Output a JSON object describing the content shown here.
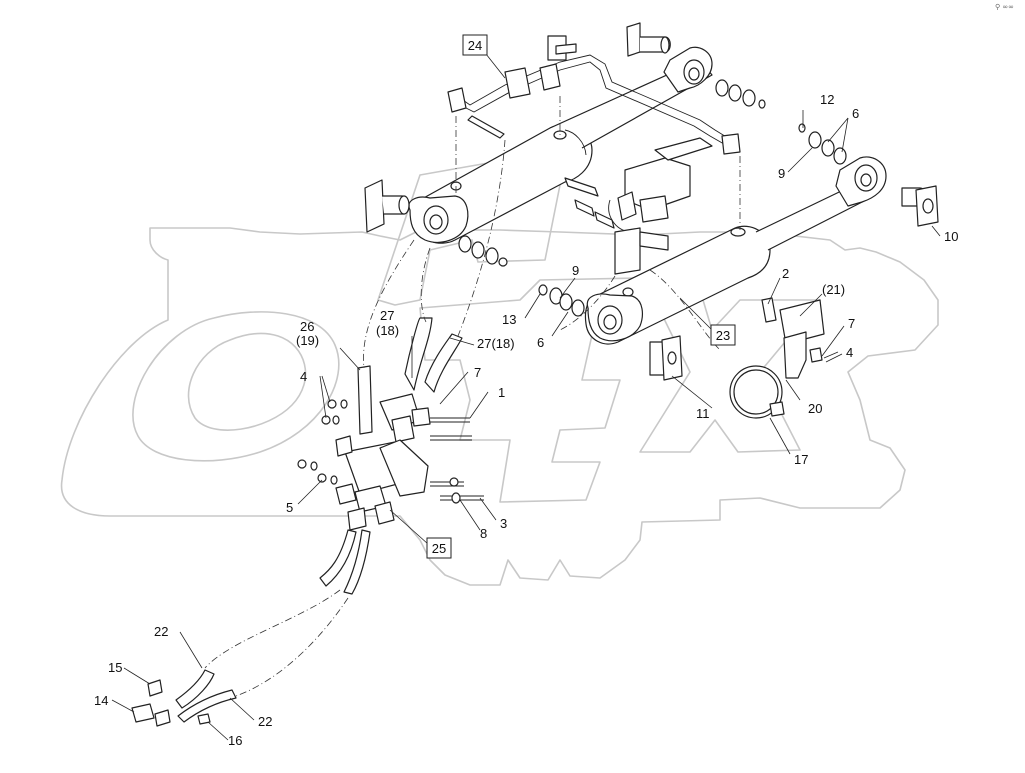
{
  "watermark": {
    "text": "OREX",
    "color": "#c8c8c8"
  },
  "corner_mark": {
    "text": "⚲ ∞∞"
  },
  "callouts": {
    "c1": "1",
    "c2": "2",
    "c3": "3",
    "c4a": "4",
    "c4b": "4",
    "c5": "5",
    "c6a": "6",
    "c6b": "6",
    "c7a": "7",
    "c7b": "7",
    "c8": "8",
    "c9a": "9",
    "c9b": "9",
    "c10": "10",
    "c11": "11",
    "c12": "12",
    "c13": "13",
    "c14": "14",
    "c15": "15",
    "c16": "16",
    "c17": "17",
    "c20": "20",
    "c21": "(21)",
    "c22a": "22",
    "c22b": "22",
    "c23": "23",
    "c24": "24",
    "c25": "25",
    "c26": "26",
    "c19": "(19)",
    "c27a": "27",
    "c18a": "(18)",
    "c27b": "27(18)"
  }
}
